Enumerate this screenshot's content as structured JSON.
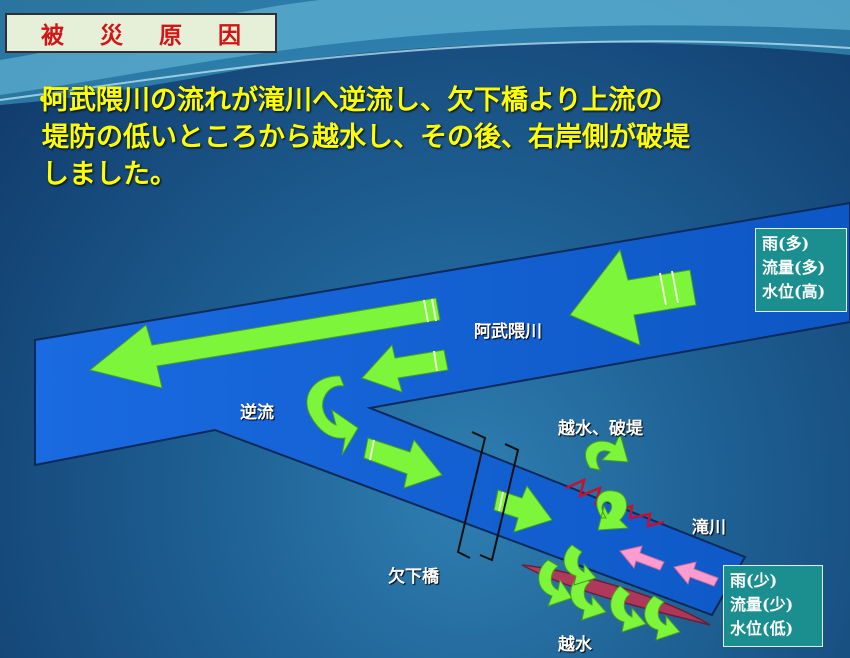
{
  "slide": {
    "title": "被 災 原 因",
    "bullet": "・",
    "lines": [
      "阿武隈川の流れが滝川へ逆流し、欠下橋より上流の",
      "堤防の低いところから越水し、その後、右岸側が破堤",
      "しました。"
    ]
  },
  "labels": {
    "abukuma": "阿武隈川",
    "backflow": "逆流",
    "overflow_break": "越水、破堤",
    "takigawa": "滝川",
    "kakeshita": "欠下橋",
    "overflow": "越水"
  },
  "upper_box": [
    "雨(多)",
    "流量(多)",
    "水位(高)"
  ],
  "lower_box": [
    "雨(少)",
    "流量(少)",
    "水位(低)"
  ],
  "colors": {
    "title_text": "#d41414",
    "title_bg": "#e6efd8",
    "main_text": "#ffff00",
    "river": "#1565d8",
    "arrow": "#7cf53a",
    "pink_arrow": "#ff9ccf",
    "breach": "#c8102e",
    "info_box": "#1b8f8f"
  }
}
